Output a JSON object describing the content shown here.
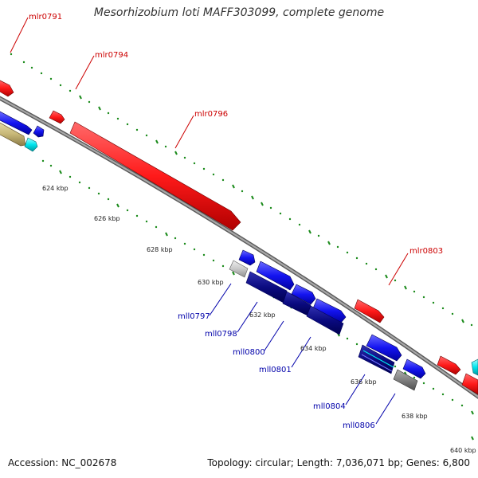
{
  "title": "Mesorhizobium loti MAFF303099, complete genome",
  "footer": {
    "accession": "Accession: NC_002678",
    "info": "Topology: circular; Length: 7,036,071 bp; Genes: 6,800"
  },
  "ticks": [
    "624 kbp",
    "626 kbp",
    "628 kbp",
    "630 kbp",
    "632 kbp",
    "634 kbp",
    "636 kbp",
    "638 kbp",
    "640 kbp"
  ],
  "forward_labels": [
    "mlr0791",
    "mlr0794",
    "mlr0796",
    "mlr0803"
  ],
  "reverse_labels": [
    "mll0797",
    "mll0798",
    "mll0800",
    "mll0801",
    "mll0804",
    "mll0806"
  ],
  "colors": {
    "forward_gene": "#ff2020",
    "reverse_gene": "#1010f0",
    "reverse_dark": "#0a0a8a",
    "cyan_gene": "#00e5ee",
    "olive_gene": "#c8b878",
    "grey_gene": "#888888",
    "light_grey_gene": "#c8c8c8",
    "backbone": "#808080",
    "dots": "#1a8a1a",
    "forward_label": "#cc0000",
    "reverse_label": "#0000aa"
  }
}
